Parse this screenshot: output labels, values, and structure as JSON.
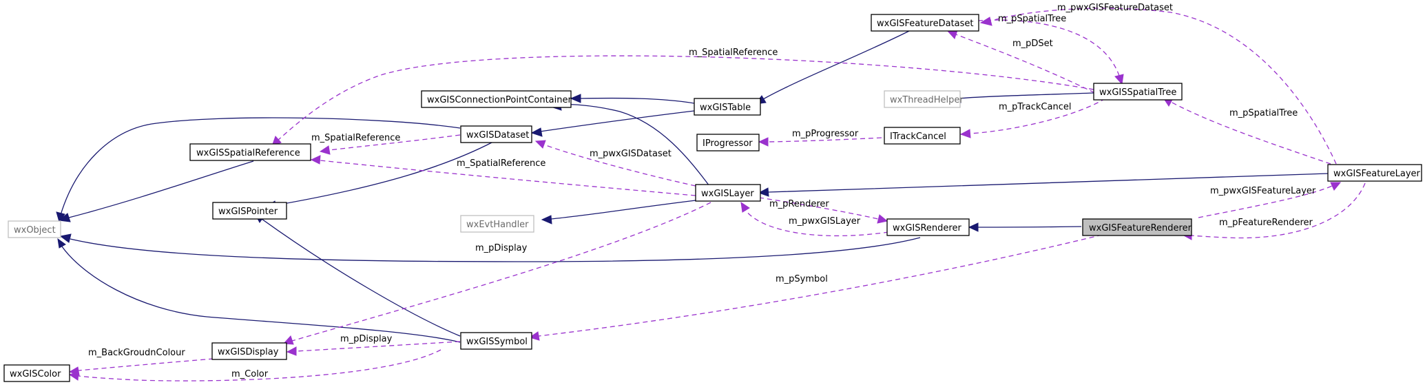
{
  "diagram": {
    "nodes": {
      "wxObject": "wxObject",
      "wxGISColor": "wxGISColor",
      "wxGISSpatialReference": "wxGISSpatialReference",
      "wxGISPointer": "wxGISPointer",
      "wxGISDisplay": "wxGISDisplay",
      "wxGISConnectionPointContainer": "wxGISConnectionPointContainer",
      "wxGISDataset": "wxGISDataset",
      "wxGISTable": "wxGISTable",
      "wxGISFeatureDataset": "wxGISFeatureDataset",
      "wxThreadHelper": "wxThreadHelper",
      "wxGISSpatialTree": "wxGISSpatialTree",
      "IProgressor": "IProgressor",
      "ITrackCancel": "ITrackCancel",
      "wxGISLayer": "wxGISLayer",
      "wxEvtHandler": "wxEvtHandler",
      "wxGISRenderer": "wxGISRenderer",
      "wxGISSymbol": "wxGISSymbol",
      "wxGISFeatureRenderer": "wxGISFeatureRenderer",
      "wxGISFeatureLayer": "wxGISFeatureLayer"
    },
    "edge_labels": {
      "fd_to_ft": "m_pwxGISFeatureDataset",
      "st_to_fd": "m_pSpatialTree",
      "fd_to_st": "m_pDSet",
      "sr_to_layer_top": "m_SpatialReference",
      "sr_to_ds": "m_SpatialReference",
      "tc_to_st": "m_pTrackCancel",
      "prog_to_tc": "m_pProgressor",
      "st_to_fl": "m_pSpatialTree",
      "ds_to_layer": "m_pwxGISDataset",
      "sr_to_layer": "m_SpatialReference",
      "rend_to_layer": "m_pRenderer",
      "layer_to_rend": "m_pwxGISLayer",
      "fl_to_fr": "m_pwxGISFeatureLayer",
      "fr_to_fl": "m_pFeatureRenderer",
      "disp_to_layer": "m_pDisplay",
      "sym_to_fr": "m_pSymbol",
      "color_to_disp": "m_BackGroudnColour",
      "disp_to_sym": "m_pDisplay",
      "color_to_sym": "m_Color"
    }
  }
}
